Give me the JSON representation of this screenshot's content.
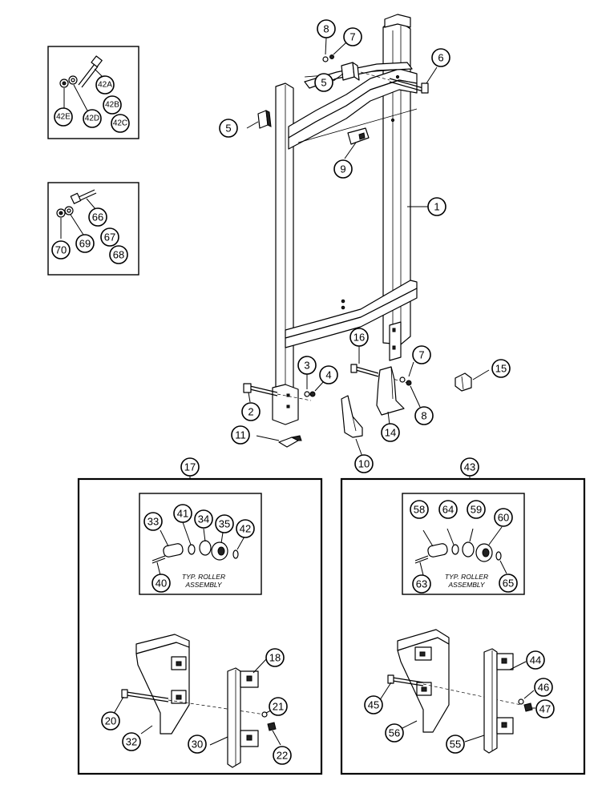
{
  "callouts": {
    "c1": "1",
    "c2": "2",
    "c3": "3",
    "c4": "4",
    "c5a": "5",
    "c5b": "5",
    "c6": "6",
    "c7a": "7",
    "c7b": "7",
    "c8a": "8",
    "c8b": "8",
    "c9": "9",
    "c10": "10",
    "c11": "11",
    "c14": "14",
    "c15": "15",
    "c16": "16",
    "c17": "17",
    "c18": "18",
    "c20": "20",
    "c21": "21",
    "c22": "22",
    "c30": "30",
    "c32": "32",
    "c33": "33",
    "c34": "34",
    "c35": "35",
    "c40": "40",
    "c41": "41",
    "c42": "42",
    "c42a": "42A",
    "c42b": "42B",
    "c42c": "42C",
    "c42d": "42D",
    "c42e": "42E",
    "c43": "43",
    "c44": "44",
    "c45": "45",
    "c46": "46",
    "c47": "47",
    "c55": "55",
    "c56": "56",
    "c58": "58",
    "c59": "59",
    "c60": "60",
    "c63": "63",
    "c64": "64",
    "c65": "65",
    "c66": "66",
    "c67": "67",
    "c68": "68",
    "c69": "69",
    "c70": "70"
  },
  "captions": {
    "left_line1": "TYP. ROLLER",
    "left_line2": "ASSEMBLY",
    "right_line1": "TYP. ROLLER",
    "right_line2": "ASSEMBLY"
  }
}
